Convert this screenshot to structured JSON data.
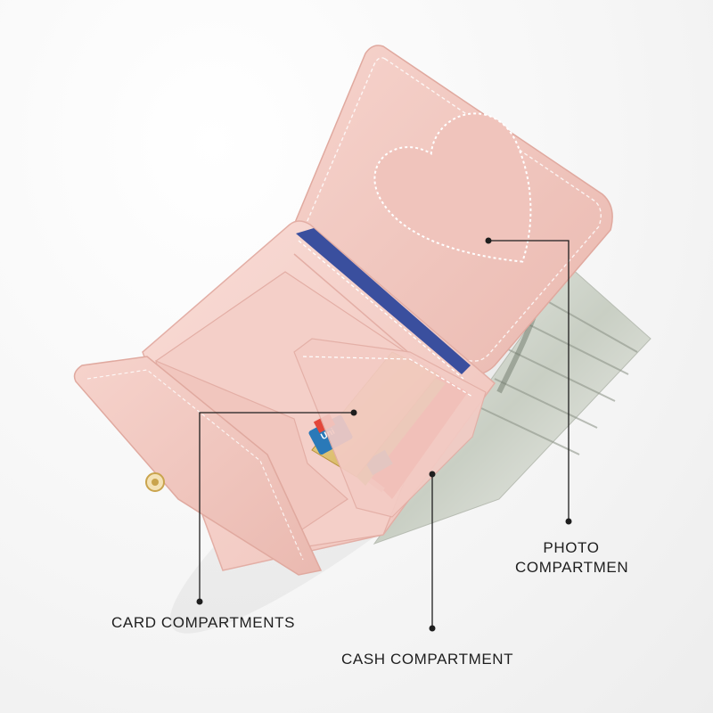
{
  "labels": {
    "card": "CARD COMPARTMENTS",
    "cash": "CASH COMPARTMENT",
    "photo_line1": "PHOTO",
    "photo_line2": "COMPARTMEN"
  },
  "card_text": "Uni",
  "colors": {
    "wallet_pink": "#f2c9c2",
    "wallet_pink_dark": "#e6b1a9",
    "card_gold": "#d9bd6a",
    "card_red": "#e2473a",
    "card_green": "#9cbd4a",
    "card_blue": "#3a4f9e",
    "callout_line": "#1e1e1e"
  },
  "icons": [
    "heart-window-icon",
    "clasp-icon"
  ]
}
